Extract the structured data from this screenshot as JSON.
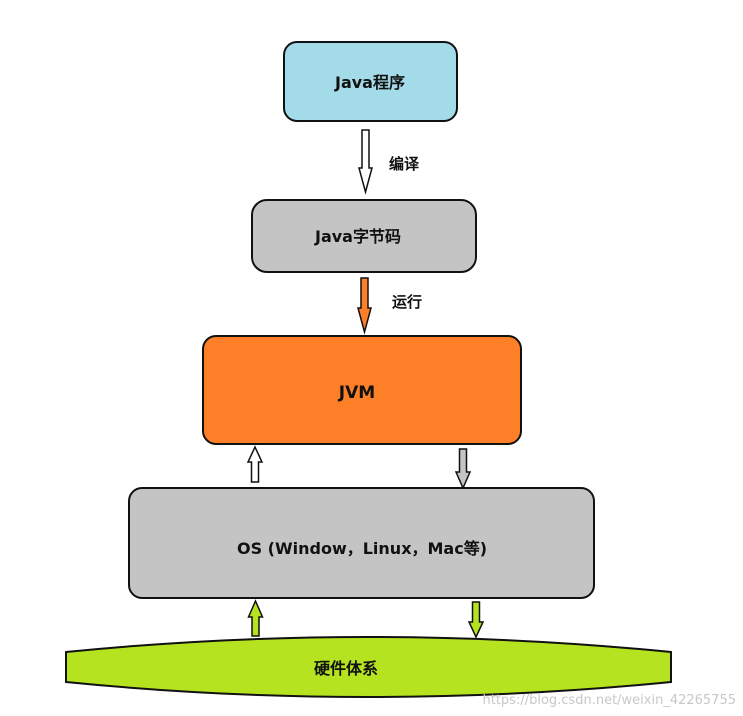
{
  "nodes": {
    "java_program": {
      "label": "Java程序",
      "fill": "#a4dbe9"
    },
    "bytecode": {
      "label": "Java字节码",
      "fill": "#c4c4c4"
    },
    "jvm": {
      "label": "JVM",
      "fill": "#fd7f28"
    },
    "os": {
      "label": "OS (Window，Linux，Mac等)",
      "fill": "#c4c4c4"
    },
    "hardware": {
      "label": "硬件体系",
      "fill": "#b5e31f"
    }
  },
  "edges": {
    "compile": {
      "label": "编译",
      "fill": "#ffffff"
    },
    "run": {
      "label": "运行",
      "fill": "#fd7f28"
    },
    "os_to_jvm": {
      "fill": "#ffffff"
    },
    "jvm_to_os": {
      "fill": "#c4c4c4"
    },
    "hw_to_os": {
      "fill": "#b5e31f"
    },
    "os_to_hw": {
      "fill": "#b5e31f"
    }
  },
  "watermark": "https://blog.csdn.net/weixin_42265755"
}
